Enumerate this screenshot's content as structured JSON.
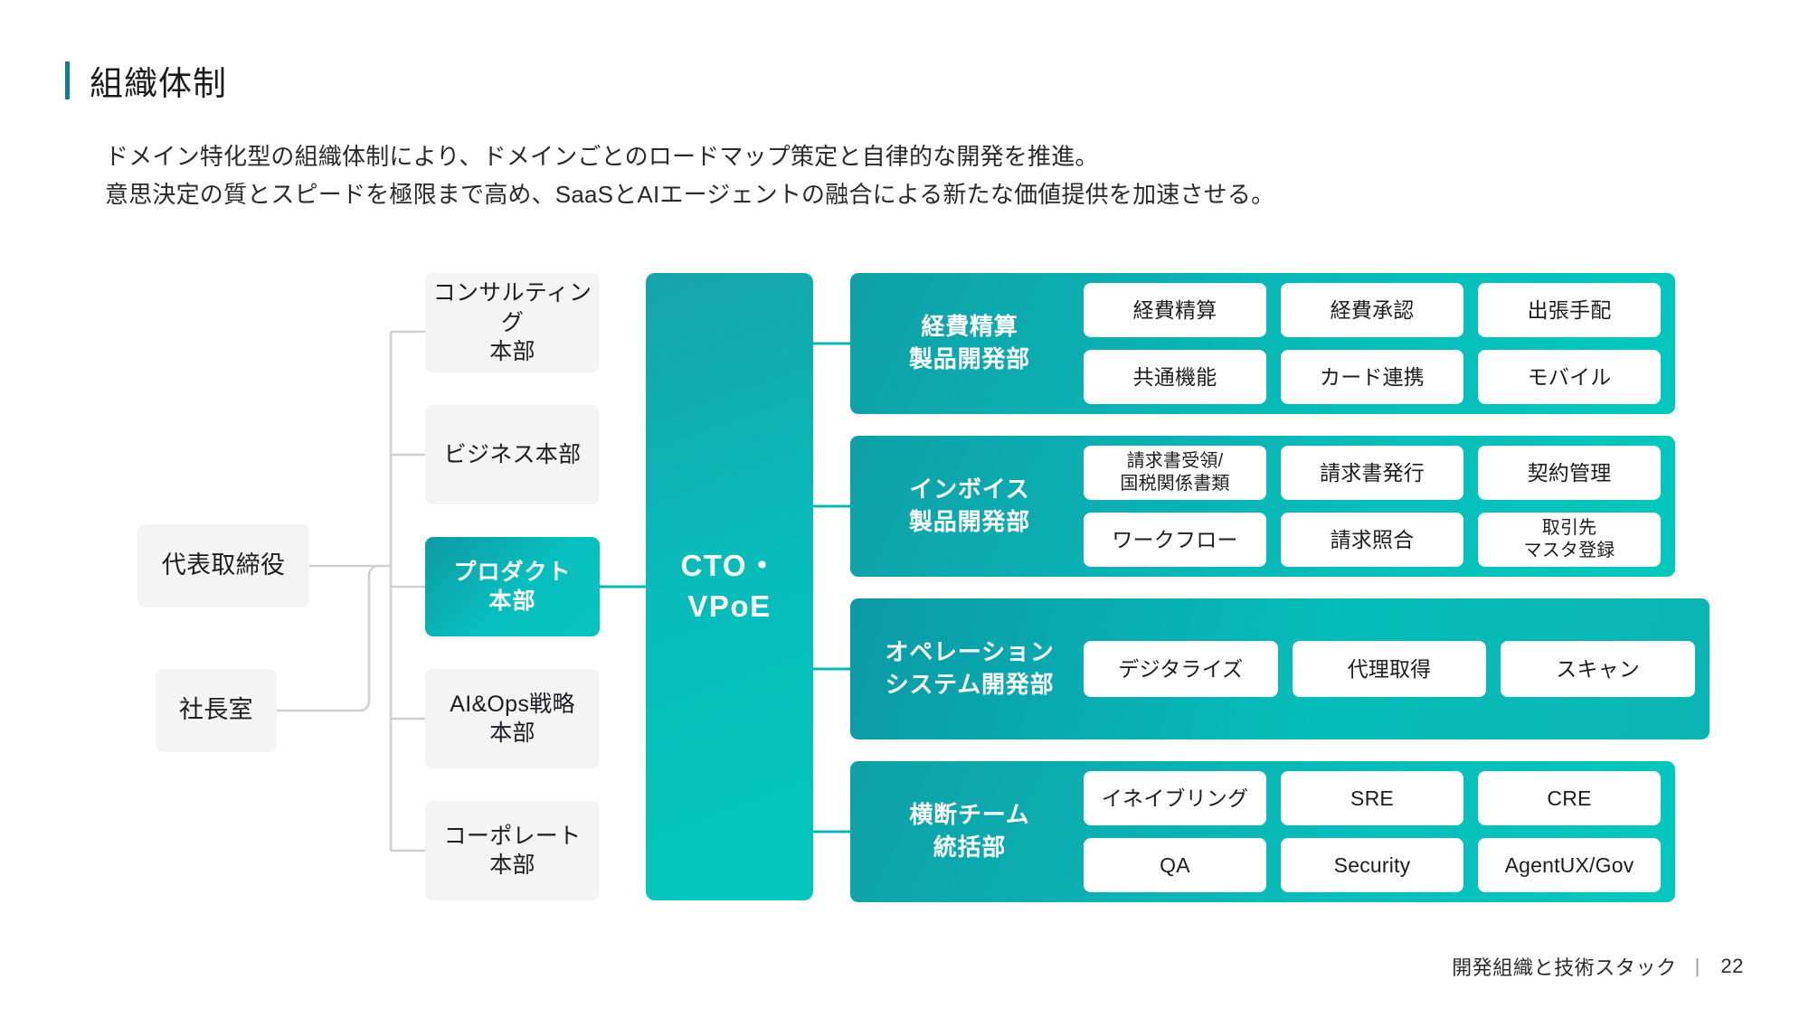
{
  "header": {
    "title": "組織体制",
    "accent_color": "#0f7f8c",
    "lede_line1": "ドメイン特化型の組織体制により、ドメインごとのロードマップ策定と自律的な開発を推進。",
    "lede_line2": "意思決定の質とスピードを極限まで高め、SaaSとAIエージェントの融合による新たな価値提供を加速させる。"
  },
  "org": {
    "ceo": "代表取締役",
    "president_office": "社長室",
    "cto": "CTO・VPoE",
    "divisions": [
      {
        "label": "コンサルティング\n本部",
        "highlight": false
      },
      {
        "label": "ビジネス本部",
        "highlight": false
      },
      {
        "label": "プロダクト\n本部",
        "highlight": true
      },
      {
        "label": "AI&Ops戦略\n本部",
        "highlight": false
      },
      {
        "label": "コーポレート\n本部",
        "highlight": false
      }
    ],
    "groups": [
      {
        "title": "経費精算\n製品開発部",
        "rows": 2,
        "teams": [
          "経費精算",
          "経費承認",
          "出張手配",
          "共通機能",
          "カード連携",
          "モバイル"
        ]
      },
      {
        "title": "インボイス\n製品開発部",
        "rows": 2,
        "teams": [
          "請求書受領/\n国税関係書類",
          "請求書発行",
          "契約管理",
          "ワークフロー",
          "請求照合",
          "取引先\nマスタ登録"
        ]
      },
      {
        "title": "オペレーション\nシステム開発部",
        "rows": 1,
        "teams": [
          "デジタライズ",
          "代理取得",
          "スキャン"
        ]
      },
      {
        "title": "横断チーム\n統括部",
        "rows": 2,
        "teams": [
          "イネイブリング",
          "SRE",
          "CRE",
          "QA",
          "Security",
          "AgentUX/Gov"
        ]
      }
    ]
  },
  "colors": {
    "teal_dark": "#0f7f8c",
    "teal_mid": "#0fa0a8",
    "teal_bright": "#02c8bd",
    "node_bg": "#f4f4f5",
    "wire": "#cfcfd2"
  },
  "footer": {
    "section": "開発組織と技術スタック",
    "separator": "|",
    "page": "22"
  }
}
